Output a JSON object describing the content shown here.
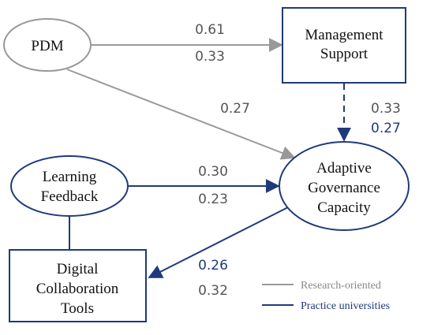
{
  "colors": {
    "research": "#999999",
    "practice": "#1f3a7a",
    "node_text": "#111111",
    "coef_research": "#555555",
    "coef_practice": "#1f3a7a"
  },
  "nodes": {
    "pdm": {
      "label": "PDM"
    },
    "management_support": {
      "lines": [
        "Management",
        "Support"
      ]
    },
    "adaptive_governance": {
      "lines": [
        "Adaptive",
        "Governance",
        "Capacity"
      ]
    },
    "learning_feedback": {
      "lines": [
        "Learning",
        "Feedback"
      ]
    },
    "digital_collaboration": {
      "lines": [
        "Digital",
        "Collaboration",
        "Tools"
      ]
    }
  },
  "coefficients": {
    "pdm_to_ms": {
      "research": "0.61",
      "practice": "0.33"
    },
    "pdm_to_agc": {
      "research": "0.27"
    },
    "ms_to_agc": {
      "research": "0.33",
      "practice": "0.27"
    },
    "lf_to_agc": {
      "first": "0.30",
      "second": "0.23"
    },
    "agc_to_dct": {
      "practice": "0.26",
      "research": "0.32"
    }
  },
  "legend": {
    "research": "Research-oriented",
    "practice": "Practice universities"
  }
}
